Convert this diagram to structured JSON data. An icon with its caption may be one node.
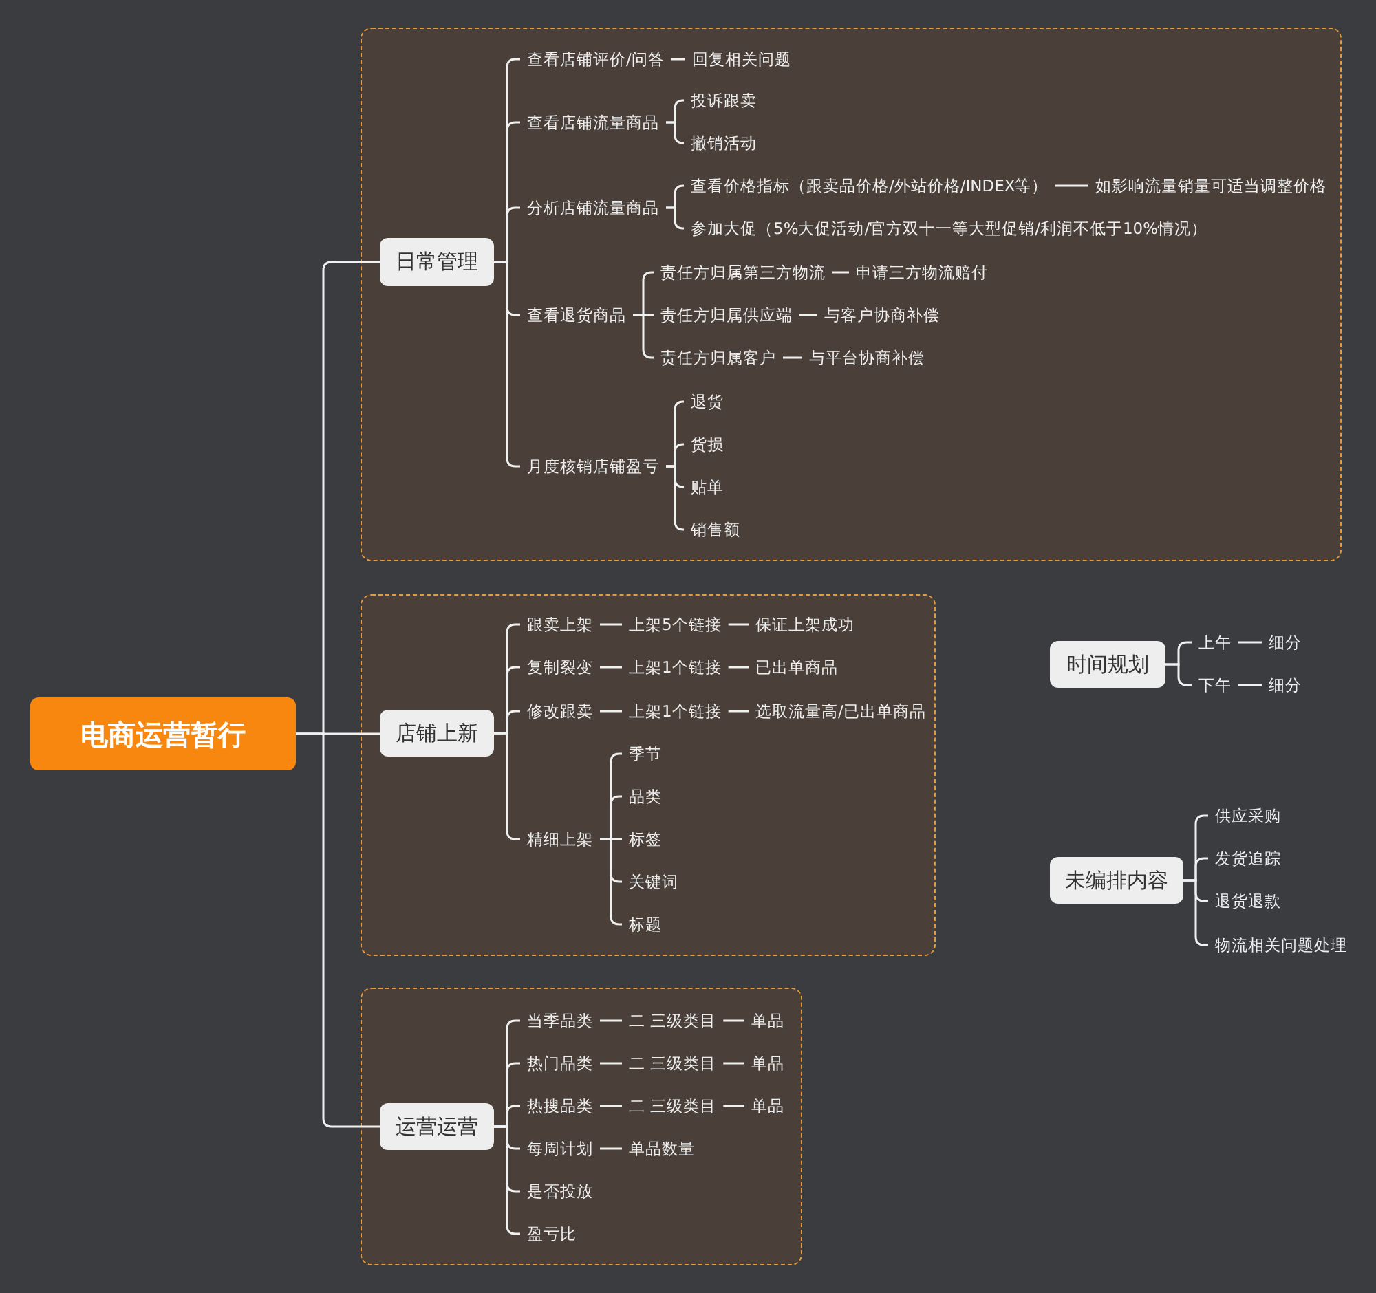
{
  "diagram": {
    "nodes": [
      {
        "text": [
          "电商运营暂行"
        ]
      },
      {
        "text": [],
        "shape": "box"
      },
      {
        "text": [
          "日常管理"
        ],
        "in": 1
      },
      {
        "text": [
          "查看店铺评价/问答"
        ],
        "in": 1
      },
      {
        "text": [
          "回复相关问题"
        ],
        "in": 1
      },
      {
        "text": [
          "查看店铺流量商品"
        ],
        "in": 1
      },
      {
        "text": [
          "投诉跟卖"
        ],
        "in": 1
      },
      {
        "text": [
          "撤销活动"
        ],
        "in": 1
      },
      {
        "text": [
          "分析店铺流量商品"
        ],
        "in": 1
      },
      {
        "text": [
          "查看价格指标（跟卖品价格/外站价格/INDEX等）"
        ],
        "in": 1
      },
      {
        "text": [
          "如影响流量销量可适当调整价格"
        ],
        "in": 1
      },
      {
        "text": [
          "参加大促（5%大促活动/官方双十一等大型促销/利润不低于10%情况）"
        ],
        "in": 1
      },
      {
        "text": [
          "查看退货商品"
        ],
        "in": 1
      },
      {
        "text": [
          "责任方归属第三方物流"
        ],
        "in": 1
      },
      {
        "text": [
          "申请三方物流赔付"
        ],
        "in": 1
      },
      {
        "text": [
          "责任方归属供应端"
        ],
        "in": 1
      },
      {
        "text": [
          "与客户协商补偿"
        ],
        "in": 1
      },
      {
        "text": [
          "责任方归属客户"
        ],
        "in": 1
      },
      {
        "text": [
          "与平台协商补偿"
        ],
        "in": 1
      },
      {
        "text": [
          "月度核销店铺盈亏"
        ],
        "in": 1
      },
      {
        "text": [
          "退货"
        ],
        "in": 1
      },
      {
        "text": [
          "货损"
        ],
        "in": 1
      },
      {
        "text": [
          "贴单"
        ],
        "in": 1
      },
      {
        "text": [
          "销售额"
        ],
        "in": 1
      },
      {
        "text": [],
        "shape": "box"
      },
      {
        "text": [
          "店铺上新"
        ],
        "in": 24
      },
      {
        "text": [
          "跟卖上架"
        ],
        "in": 24
      },
      {
        "text": [
          "上架5个链接"
        ],
        "in": 24
      },
      {
        "text": [
          "保证上架成功"
        ],
        "in": 24
      },
      {
        "text": [
          "复制裂变"
        ],
        "in": 24
      },
      {
        "text": [
          "上架1个链接"
        ],
        "in": 24
      },
      {
        "text": [
          "已出单商品"
        ],
        "in": 24
      },
      {
        "text": [
          "修改跟卖"
        ],
        "in": 24
      },
      {
        "text": [
          "上架1个链接"
        ],
        "in": 24
      },
      {
        "text": [
          "选取流量高/已出单商品"
        ],
        "in": 24
      },
      {
        "text": [
          "精细上架"
        ],
        "in": 24
      },
      {
        "text": [
          "季节"
        ],
        "in": 24
      },
      {
        "text": [
          "品类"
        ],
        "in": 24
      },
      {
        "text": [
          "标签"
        ],
        "in": 24
      },
      {
        "text": [
          "关键词"
        ],
        "in": 24
      },
      {
        "text": [
          "标题"
        ],
        "in": 24
      },
      {
        "text": [],
        "shape": "box"
      },
      {
        "text": [
          "运营运营"
        ],
        "in": 41
      },
      {
        "text": [
          "当季品类"
        ],
        "in": 41
      },
      {
        "text": [
          "二 三级类目"
        ],
        "in": 41
      },
      {
        "text": [
          "单品"
        ],
        "in": 41
      },
      {
        "text": [
          "热门品类"
        ],
        "in": 41
      },
      {
        "text": [
          "二 三级类目"
        ],
        "in": 41
      },
      {
        "text": [
          "单品"
        ],
        "in": 41
      },
      {
        "text": [
          "热搜品类"
        ],
        "in": 41
      },
      {
        "text": [
          "二 三级类目"
        ],
        "in": 41
      },
      {
        "text": [
          "单品"
        ],
        "in": 41
      },
      {
        "text": [
          "每周计划"
        ],
        "in": 41
      },
      {
        "text": [
          "单品数量"
        ],
        "in": 41
      },
      {
        "text": [
          "是否投放"
        ],
        "in": 41
      },
      {
        "text": [
          "盈亏比"
        ],
        "in": 41
      },
      {
        "text": [
          "时间规划"
        ]
      },
      {
        "text": [
          "上午"
        ]
      },
      {
        "text": [
          "细分"
        ]
      },
      {
        "text": [
          "下午"
        ]
      },
      {
        "text": [
          "细分"
        ]
      },
      {
        "text": [
          "未编排内容"
        ]
      },
      {
        "text": [
          "供应采购"
        ]
      },
      {
        "text": [
          "发货追踪"
        ]
      },
      {
        "text": [
          "退货退款"
        ]
      },
      {
        "text": [
          "物流相关问题处理"
        ]
      }
    ],
    "edges": [
      {
        "from": 0,
        "to": 2,
        "arrow": "none"
      },
      {
        "from": 0,
        "to": 25,
        "arrow": "none"
      },
      {
        "from": 0,
        "to": 42,
        "arrow": "none"
      },
      {
        "from": 2,
        "to": 3,
        "arrow": "none"
      },
      {
        "from": 2,
        "to": 5,
        "arrow": "none"
      },
      {
        "from": 2,
        "to": 8,
        "arrow": "none"
      },
      {
        "from": 2,
        "to": 12,
        "arrow": "none"
      },
      {
        "from": 2,
        "to": 19,
        "arrow": "none"
      },
      {
        "from": 3,
        "to": 4,
        "arrow": "none"
      },
      {
        "from": 5,
        "to": 6,
        "arrow": "none"
      },
      {
        "from": 5,
        "to": 7,
        "arrow": "none"
      },
      {
        "from": 8,
        "to": 9,
        "arrow": "none"
      },
      {
        "from": 8,
        "to": 11,
        "arrow": "none"
      },
      {
        "from": 9,
        "to": 10,
        "arrow": "none"
      },
      {
        "from": 12,
        "to": 13,
        "arrow": "none"
      },
      {
        "from": 12,
        "to": 15,
        "arrow": "none"
      },
      {
        "from": 12,
        "to": 17,
        "arrow": "none"
      },
      {
        "from": 13,
        "to": 14,
        "arrow": "none"
      },
      {
        "from": 15,
        "to": 16,
        "arrow": "none"
      },
      {
        "from": 17,
        "to": 18,
        "arrow": "none"
      },
      {
        "from": 19,
        "to": 20,
        "arrow": "none"
      },
      {
        "from": 19,
        "to": 21,
        "arrow": "none"
      },
      {
        "from": 19,
        "to": 22,
        "arrow": "none"
      },
      {
        "from": 19,
        "to": 23,
        "arrow": "none"
      },
      {
        "from": 25,
        "to": 26,
        "arrow": "none"
      },
      {
        "from": 25,
        "to": 29,
        "arrow": "none"
      },
      {
        "from": 25,
        "to": 32,
        "arrow": "none"
      },
      {
        "from": 25,
        "to": 35,
        "arrow": "none"
      },
      {
        "from": 26,
        "to": 27,
        "arrow": "none"
      },
      {
        "from": 27,
        "to": 28,
        "arrow": "none"
      },
      {
        "from": 29,
        "to": 30,
        "arrow": "none"
      },
      {
        "from": 30,
        "to": 31,
        "arrow": "none"
      },
      {
        "from": 32,
        "to": 33,
        "arrow": "none"
      },
      {
        "from": 33,
        "to": 34,
        "arrow": "none"
      },
      {
        "from": 35,
        "to": 36,
        "arrow": "none"
      },
      {
        "from": 35,
        "to": 37,
        "arrow": "none"
      },
      {
        "from": 35,
        "to": 38,
        "arrow": "none"
      },
      {
        "from": 35,
        "to": 39,
        "arrow": "none"
      },
      {
        "from": 35,
        "to": 40,
        "arrow": "none"
      },
      {
        "from": 42,
        "to": 43,
        "arrow": "none"
      },
      {
        "from": 42,
        "to": 46,
        "arrow": "none"
      },
      {
        "from": 42,
        "to": 49,
        "arrow": "none"
      },
      {
        "from": 42,
        "to": 52,
        "arrow": "none"
      },
      {
        "from": 42,
        "to": 54,
        "arrow": "none"
      },
      {
        "from": 42,
        "to": 55,
        "arrow": "none"
      },
      {
        "from": 43,
        "to": 44,
        "arrow": "none"
      },
      {
        "from": 44,
        "to": 45,
        "arrow": "none"
      },
      {
        "from": 46,
        "to": 47,
        "arrow": "none"
      },
      {
        "from": 47,
        "to": 48,
        "arrow": "none"
      },
      {
        "from": 49,
        "to": 50,
        "arrow": "none"
      },
      {
        "from": 50,
        "to": 51,
        "arrow": "none"
      },
      {
        "from": 52,
        "to": 53,
        "arrow": "none"
      },
      {
        "from": 56,
        "to": 57,
        "arrow": "none"
      },
      {
        "from": 56,
        "to": 59,
        "arrow": "none"
      },
      {
        "from": 57,
        "to": 58,
        "arrow": "none"
      },
      {
        "from": 59,
        "to": 60,
        "arrow": "none"
      },
      {
        "from": 61,
        "to": 62,
        "arrow": "none"
      },
      {
        "from": 61,
        "to": 63,
        "arrow": "none"
      },
      {
        "from": 61,
        "to": 64,
        "arrow": "none"
      },
      {
        "from": 61,
        "to": 65,
        "arrow": "none"
      }
    ]
  }
}
